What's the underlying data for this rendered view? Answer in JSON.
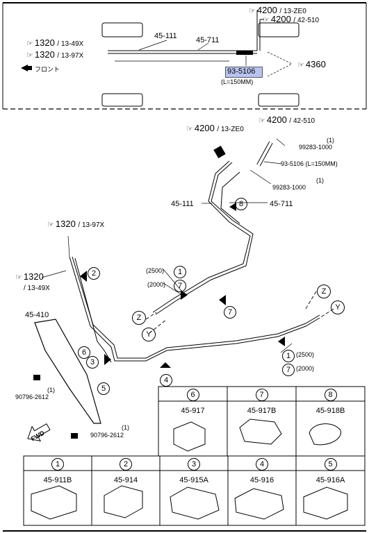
{
  "top": {
    "ref_4200_ze0": {
      "num": "4200",
      "sub": "/ 13-ZE0"
    },
    "ref_4200_510": {
      "num": "4200",
      "sub": "/ 42-510"
    },
    "ref_1320_49x": {
      "num": "1320",
      "sub": "/ 13-49X"
    },
    "ref_1320_97x": {
      "num": "1320",
      "sub": "/ 13-97X"
    },
    "ref_4360": {
      "num": "4360"
    },
    "front_label": "フロント",
    "part_45111": "45-111",
    "part_45711": "45-711",
    "hl_part": "93-5106",
    "hl_len": "(L=150MM)"
  },
  "main": {
    "ref_4200_ze0": {
      "num": "4200",
      "sub": "/ 13-ZE0"
    },
    "ref_4200_510": {
      "num": "4200",
      "sub": "/ 42-510"
    },
    "ref_1320_97x": {
      "num": "1320",
      "sub": "/ 13-97X"
    },
    "ref_1320_49x": {
      "num": "1320",
      "sub": "/ 13-49X"
    },
    "p99283_a_qty": "(1)",
    "p99283_a": "99283-1000",
    "p93_5106": "93-5106 (L=150MM)",
    "p99283_b_qty": "(1)",
    "p99283_b": "99283-1000",
    "p45711": "45-711",
    "p45111": "45-111",
    "p45410": "45-410",
    "p90796_a_qty": "(1)",
    "p90796_a": "90796-2612",
    "p90796_b_qty": "(1)",
    "p90796_b": "90796-2612",
    "len_2500": "(2500)",
    "len_2000": "(2000)",
    "len_2500b": "(2500)",
    "len_2000b": "(2000)",
    "fwd": "FWD",
    "callouts": [
      "1",
      "2",
      "3",
      "4",
      "5",
      "6",
      "7",
      "8",
      "Z",
      "Y"
    ]
  },
  "table_top": {
    "headers": [
      "6",
      "7",
      "8"
    ],
    "parts": [
      "45-917",
      "45-917B",
      "45-918B"
    ]
  },
  "table_bottom": {
    "headers": [
      "1",
      "2",
      "3",
      "4",
      "5"
    ],
    "parts": [
      "45-911B",
      "45-914",
      "45-915A",
      "45-916",
      "45-916A"
    ]
  }
}
